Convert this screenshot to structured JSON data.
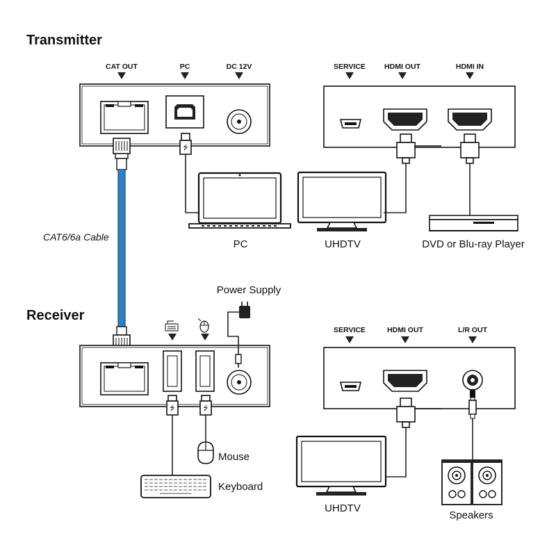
{
  "transmitter": {
    "title": "Transmitter",
    "ports_left": [
      "CAT OUT",
      "PC",
      "DC 12V"
    ],
    "ports_right": [
      "SERVICE",
      "HDMI OUT",
      "HDMI IN"
    ]
  },
  "receiver": {
    "title": "Receiver",
    "ports_right": [
      "SERVICE",
      "HDMI OUT",
      "L/R OUT"
    ]
  },
  "cable_label": "CAT6/6a Cable",
  "devices": {
    "pc": "PC",
    "tv_top": "UHDTV",
    "player": "DVD or Blu-ray Player",
    "power": "Power Supply",
    "mouse": "Mouse",
    "keyboard": "Keyboard",
    "tv_bottom": "UHDTV",
    "speakers": "Speakers"
  },
  "colors": {
    "cable": "#2f80c0",
    "ink": "#111111"
  }
}
